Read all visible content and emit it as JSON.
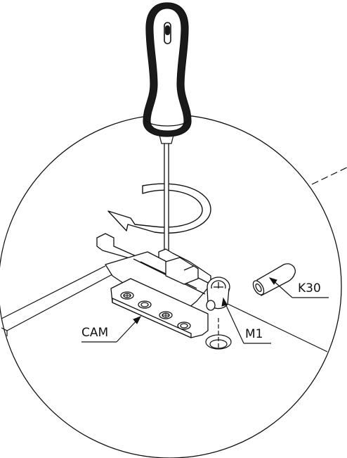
{
  "diagram": {
    "labels": {
      "cam": "CAM",
      "m1": "M1",
      "k30": "K30"
    },
    "colors": {
      "line": "#111111",
      "background": "#ffffff",
      "handle_dark": "#1a1a1a"
    }
  }
}
